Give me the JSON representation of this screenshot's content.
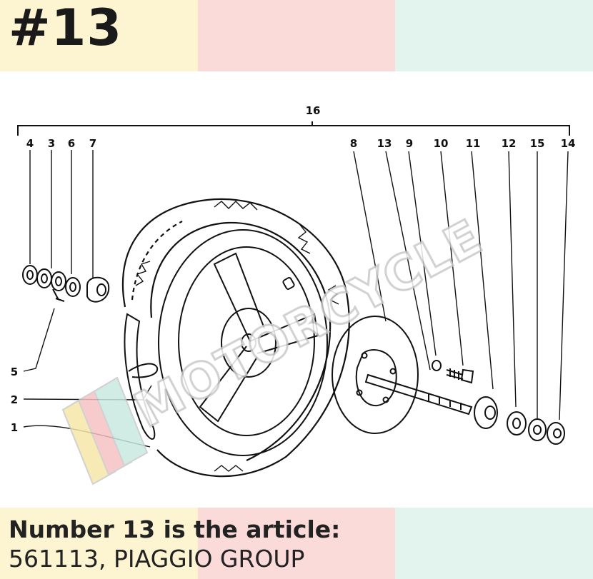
{
  "header": {
    "title": "#13"
  },
  "band_colors": [
    "#fdf5d2",
    "#fbdbda",
    "#e3f4ee"
  ],
  "diagram": {
    "assembly_label": "16",
    "callouts": [
      "4",
      "3",
      "6",
      "7",
      "8",
      "13",
      "9",
      "10",
      "11",
      "12",
      "15",
      "14",
      "5",
      "2",
      "1"
    ]
  },
  "watermark": {
    "text": "MOTORCYCLE"
  },
  "caption": {
    "line1": "Number 13 is the article:",
    "line2": "561113, PIAGGIO GROUP"
  }
}
